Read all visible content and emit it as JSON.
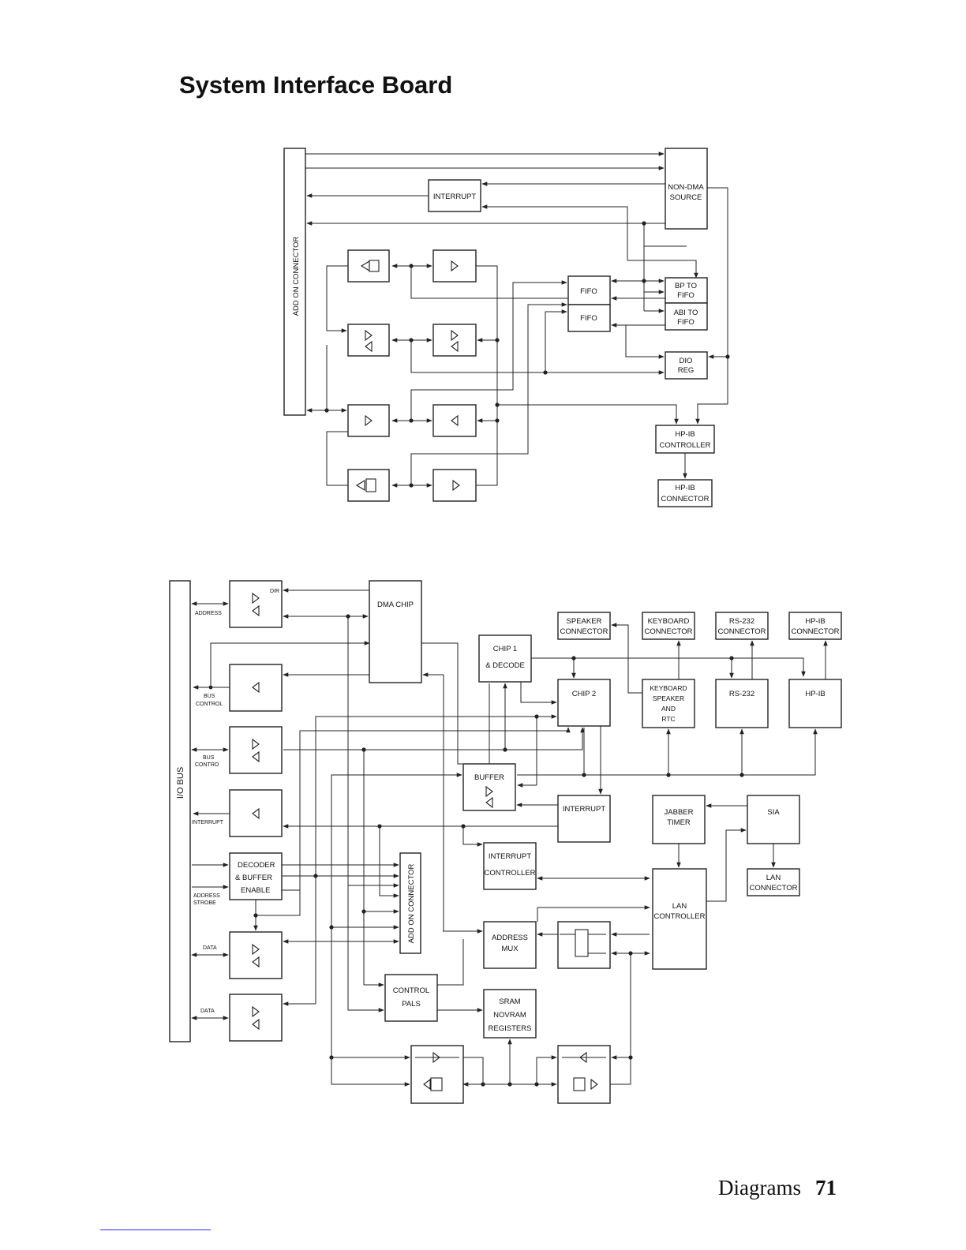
{
  "page": {
    "title": "System Interface Board",
    "footer_section": "Diagrams",
    "footer_page": "71"
  },
  "top_diagram": {
    "add_on_connector": "ADD ON CONNECTOR",
    "interrupt": "INTERRUPT",
    "non_dma_source": [
      "NON-DMA",
      "SOURCE"
    ],
    "fifo_a": "FIFO",
    "fifo_b": "FIFO",
    "bp_to_fifo": [
      "BP TO",
      "FIFO"
    ],
    "abi_to_fifo": [
      "ABI TO",
      "FIFO"
    ],
    "dio_reg": [
      "DIO",
      "REG"
    ],
    "hpib_controller": [
      "HP-IB",
      "CONTROLLER"
    ],
    "hpib_connector": [
      "HP-IB",
      "CONNECTOR"
    ]
  },
  "bottom_diagram": {
    "io_bus": "I/O BUS",
    "bus_labels": {
      "address": "ADDRESS",
      "bus_control_1": [
        "BUS",
        "CONTROL"
      ],
      "bus_control_2": [
        "BUS",
        "CONTRO"
      ],
      "interrupt": "INTERRUPT",
      "address_strobe": [
        "ADDRESS",
        "STROBE"
      ],
      "data_1": "DATA",
      "data_2": "DATA"
    },
    "dir": "DIR",
    "dma_chip": "DMA CHIP",
    "chip1_decode": [
      "CHIP 1",
      "& DECODE"
    ],
    "chip2": "CHIP 2",
    "buffer": "BUFFER",
    "interrupt": "INTERRUPT",
    "decoder_buffer_enable": [
      "DECODER",
      "& BUFFER",
      "ENABLE"
    ],
    "add_on_connector": "ADD ON CONNECTOR",
    "interrupt_controller": [
      "INTERRUPT",
      "CONTROLLER"
    ],
    "address_mux": [
      "ADDRESS",
      "MUX"
    ],
    "control_pals": [
      "CONTROL",
      "PALS"
    ],
    "sram_novram": [
      "SRAM",
      "NOVRAM",
      "REGISTERS"
    ],
    "speaker_connector": [
      "SPEAKER",
      "CONNECTOR"
    ],
    "keyboard_connector": [
      "KEYBOARD",
      "CONNECTOR"
    ],
    "rs232_connector": [
      "RS-232",
      "CONNECTOR"
    ],
    "hpib_connector": [
      "HP-IB",
      "CONNECTOR"
    ],
    "keyboard_speaker_rtc": [
      "KEYBOARD",
      "SPEAKER",
      "AND",
      "RTC"
    ],
    "rs232": "RS-232",
    "hpib": "HP-IB",
    "jabber_timer": [
      "JABBER",
      "TIMER"
    ],
    "sia": "SIA",
    "lan_controller": [
      "LAN",
      "CONTROLLER"
    ],
    "lan_connector": [
      "LAN",
      "CONNECTOR"
    ]
  }
}
